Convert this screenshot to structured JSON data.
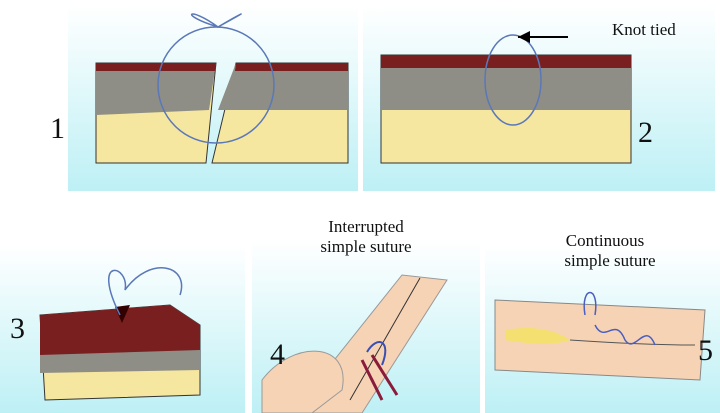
{
  "panels": [
    {
      "number": "1"
    },
    {
      "number": "2",
      "label": "Knot tied"
    },
    {
      "number": "3"
    },
    {
      "number": "4",
      "label_line1": "Interrupted",
      "label_line2": "simple suture"
    },
    {
      "number": "5",
      "label_line1": "Continuous",
      "label_line2": "simple suture"
    }
  ],
  "colors": {
    "background_top": "#ffffff",
    "background_bottom": "#bdf0f5",
    "epidermis": "#7a1f1f",
    "dermis": "#8e8e86",
    "fat": "#f5e6a0",
    "suture": "#5a78b8",
    "skin": "#f7d3b5"
  }
}
